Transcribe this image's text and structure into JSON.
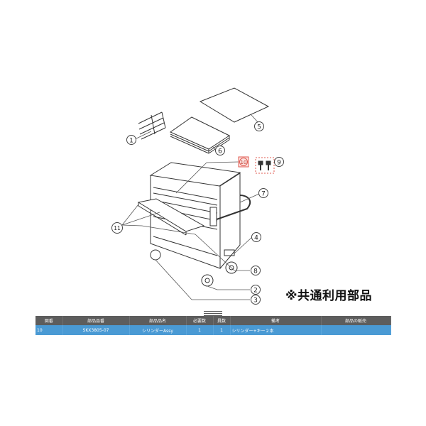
{
  "diagram": {
    "callouts": [
      "1",
      "2",
      "3",
      "4",
      "5",
      "6",
      "7",
      "8",
      "9",
      "10",
      "11"
    ],
    "highlighted_callout": "10",
    "highlight_color": "#e05a4f"
  },
  "note": "※共通利用部品",
  "table": {
    "headers": [
      "図番",
      "部品品番",
      "部品品名",
      "必要数",
      "員数",
      "備考",
      "部品の販売"
    ],
    "rows": [
      [
        "10",
        "SKX3805-07",
        "シリンダーAssy",
        "1",
        "1",
        "シリンダー+キー２本",
        ""
      ]
    ]
  },
  "colors": {
    "header_bg": "#5d5d5d",
    "row_selected_bg": "#4a9ad4"
  }
}
